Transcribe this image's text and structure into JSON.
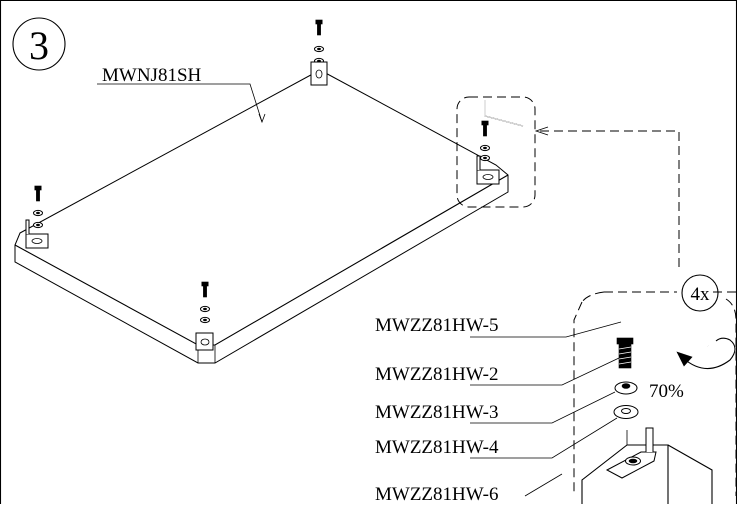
{
  "step": {
    "number": "3"
  },
  "parts": {
    "panel": "MWNJ81SH",
    "allen_key": "MWZZ81HW-5",
    "screw": "MWZZ81HW-2",
    "washer": "MWZZ81HW-3",
    "spacer": "MWZZ81HW-4",
    "bracket": "MWZZ81HW-6"
  },
  "detail": {
    "quantity": "4x",
    "torque": "70%"
  },
  "colors": {
    "line": "#000000",
    "background": "#ffffff"
  },
  "icons": [
    "allen-key-icon",
    "screw-icon",
    "washer-icon",
    "bracket-icon",
    "rotation-arrow-icon"
  ]
}
